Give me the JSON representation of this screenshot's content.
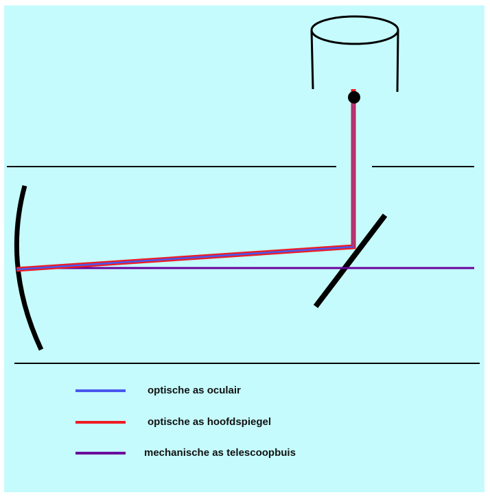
{
  "colors": {
    "background": "#c5fbfd",
    "outline": "#000000",
    "eyepiece_axis": "#4a57ee",
    "main_mirror_axis": "#ee1c24",
    "tube_axis": "#6a009a"
  },
  "legend": [
    {
      "key": "eyepiece_axis",
      "label": "optische as oculair"
    },
    {
      "key": "main_mirror_axis",
      "label": "optische as hoofdspiegel"
    },
    {
      "key": "tube_axis",
      "label": "mechanische as telescoopbuis"
    }
  ]
}
